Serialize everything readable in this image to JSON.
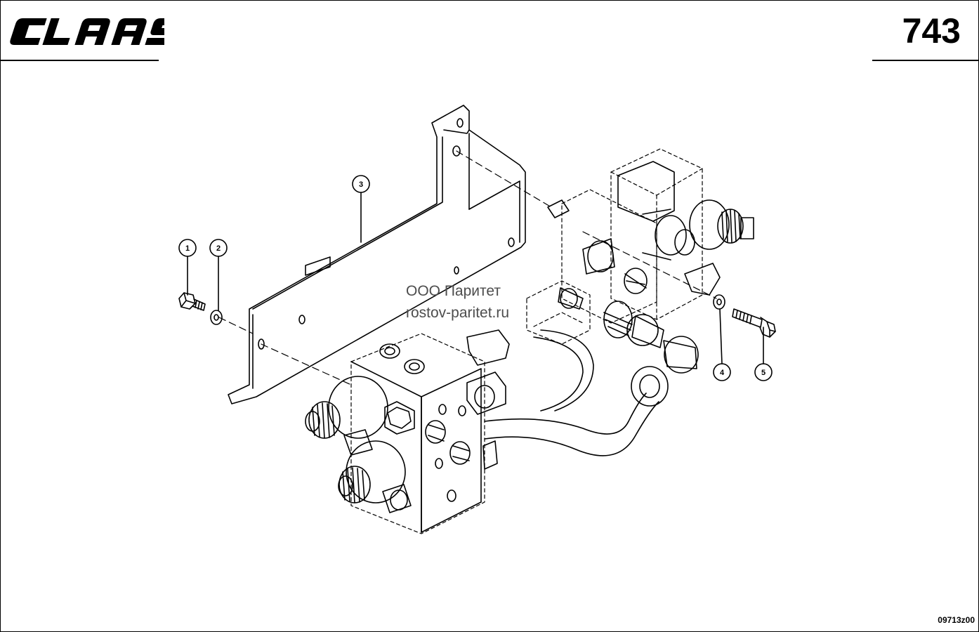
{
  "header": {
    "brand": "CLAAS",
    "page_number": "743"
  },
  "callouts": [
    "1",
    "2",
    "3",
    "4",
    "5"
  ],
  "watermark": {
    "line1": "ООО Паритет",
    "line2": "rostov-paritet.ru"
  },
  "drawing_ref": "09713z00"
}
